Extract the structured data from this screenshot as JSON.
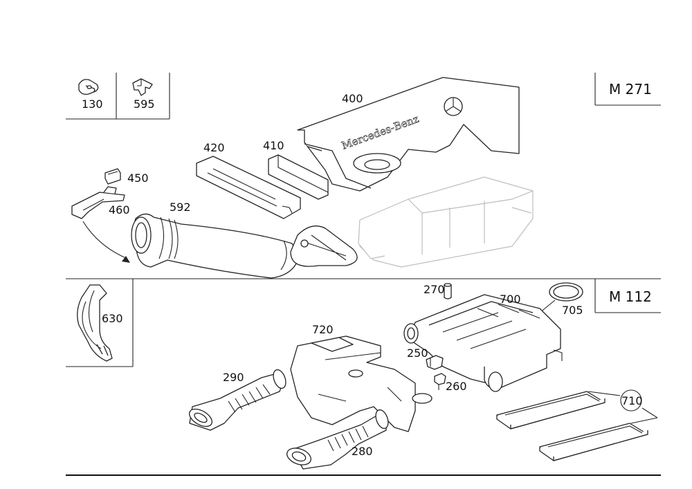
{
  "sections": [
    {
      "engine": "M 271"
    },
    {
      "engine": "M 112"
    }
  ],
  "cover_brand": "Mercedes-Benz",
  "parts": {
    "p130": "130",
    "p595": "595",
    "p400": "400",
    "p420": "420",
    "p410": "410",
    "p450": "450",
    "p460": "460",
    "p592": "592",
    "p630": "630",
    "p270": "270",
    "p700": "700",
    "p705": "705",
    "p720": "720",
    "p250": "250",
    "p260": "260",
    "p290": "290",
    "p280": "280",
    "p710": "710"
  }
}
